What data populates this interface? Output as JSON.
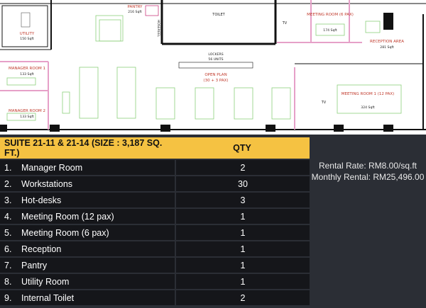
{
  "floorplan": {
    "rooms": {
      "utility": {
        "name": "UTILITY",
        "size": "150 Sqft"
      },
      "manager1": {
        "name": "MANAGER ROOM 1",
        "size": "133 Sqft"
      },
      "manager2": {
        "name": "MANAGER ROOM 2",
        "size": "133 Sqft"
      },
      "pantry": {
        "name": "PANTRY",
        "size": "216 Sqft"
      },
      "toilet": {
        "name": "TOILET"
      },
      "meeting6": {
        "name": "MEETING ROOM (6 PAX)",
        "size": "174 Sqft"
      },
      "reception": {
        "name": "RECEPTION AREA",
        "size": "281 Sqft"
      },
      "meeting12": {
        "name": "MEETING ROOM 1 (12 PAX)",
        "size": "324 Sqft"
      },
      "openplan": {
        "name": "OPEN PLAN",
        "pax": "(30 + 3 PAX)"
      }
    },
    "lockers": {
      "label": "LOCKERS",
      "units": "56 UNITS"
    },
    "tv_label": "TV",
    "hosereel": "HOSEREEL",
    "colors": {
      "room_label": "#c0392b",
      "wall": "#111111",
      "partition": "#e6a0c8",
      "furniture": "#8cd07a"
    }
  },
  "table": {
    "header": {
      "title": "SUITE 21-11 & 21-14 (SIZE : 3,187 SQ. FT.)",
      "qty": "QTY"
    },
    "rows": [
      {
        "num": "1.",
        "name": "Manager Room",
        "qty": "2"
      },
      {
        "num": "2.",
        "name": "Workstations",
        "qty": "30"
      },
      {
        "num": "3.",
        "name": "Hot-desks",
        "qty": "3"
      },
      {
        "num": "4.",
        "name": "Meeting Room (12 pax)",
        "qty": "1"
      },
      {
        "num": "5.",
        "name": "Meeting Room (6 pax)",
        "qty": "1"
      },
      {
        "num": "6.",
        "name": "Reception",
        "qty": "1"
      },
      {
        "num": "7.",
        "name": "Pantry",
        "qty": "1"
      },
      {
        "num": "8.",
        "name": "Utility Room",
        "qty": "1"
      },
      {
        "num": "9.",
        "name": "Internal Toilet",
        "qty": "2"
      }
    ],
    "colors": {
      "header_bg": "#f5c242",
      "row_bg": "#15161a",
      "page_bg": "#2b2e35"
    }
  },
  "rental": {
    "rate": "Rental Rate: RM8.00/sq.ft",
    "monthly": "Monthly Rental: RM25,496.00"
  }
}
